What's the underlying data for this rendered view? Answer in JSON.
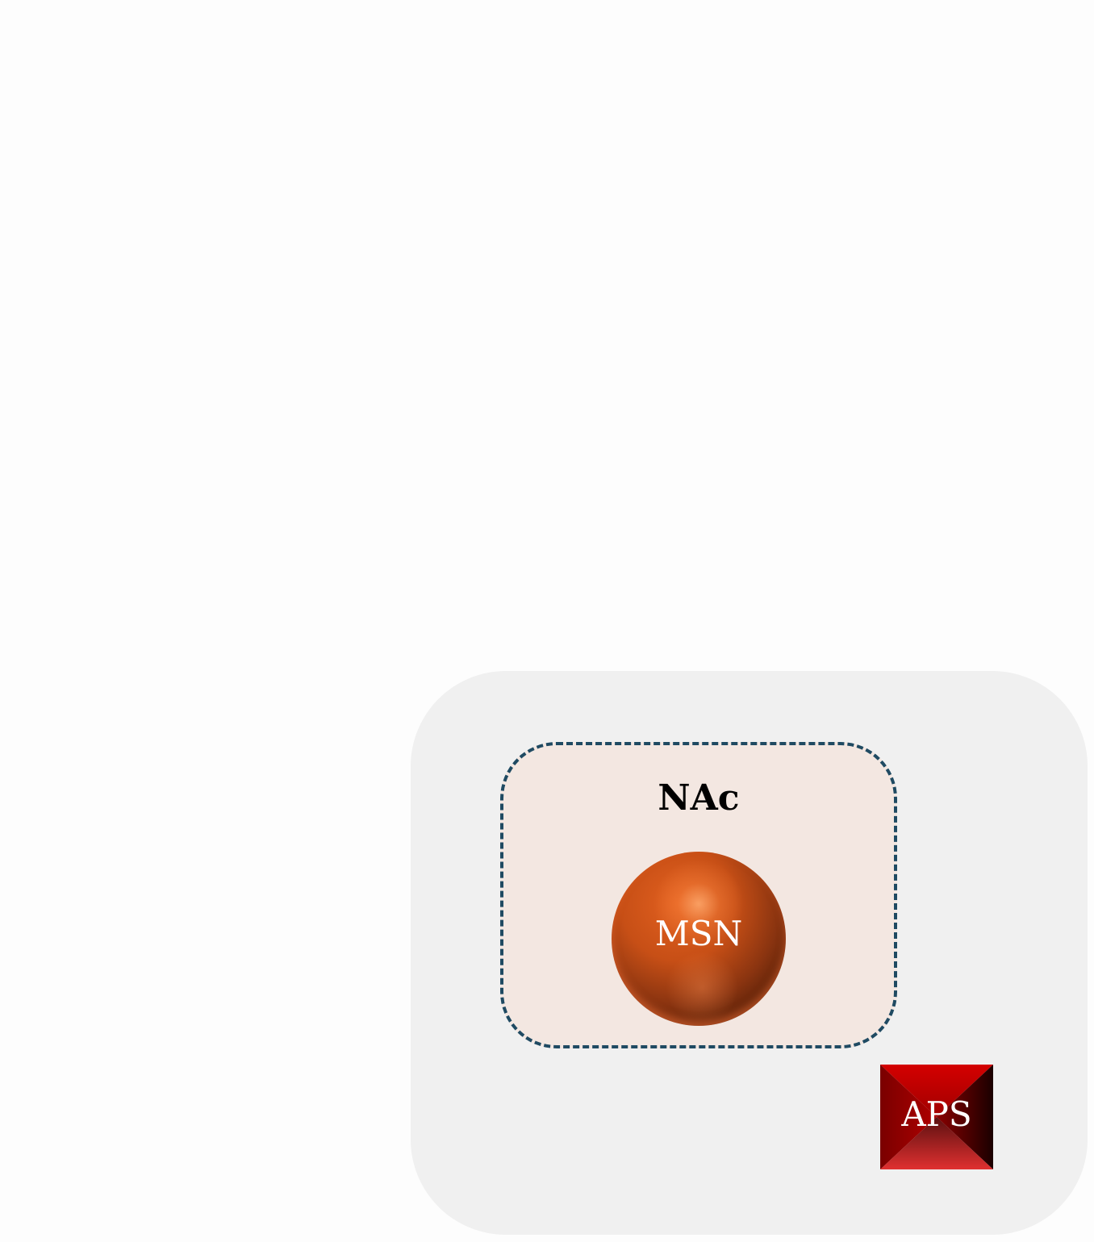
{
  "diagram": {
    "region": {
      "label": "NAc"
    },
    "neuron": {
      "label": "MSN"
    },
    "signal_block": {
      "label": "APS"
    }
  },
  "colors": {
    "page_background": "#fdfdfd",
    "outer_panel": "#f0f0f0",
    "region_fill": "#f3e7e1",
    "region_border": "#1f4a62",
    "neuron_color": "#c74f16",
    "block_color": "#c00000",
    "label_light": "#ffffff",
    "label_dark": "#000000"
  }
}
